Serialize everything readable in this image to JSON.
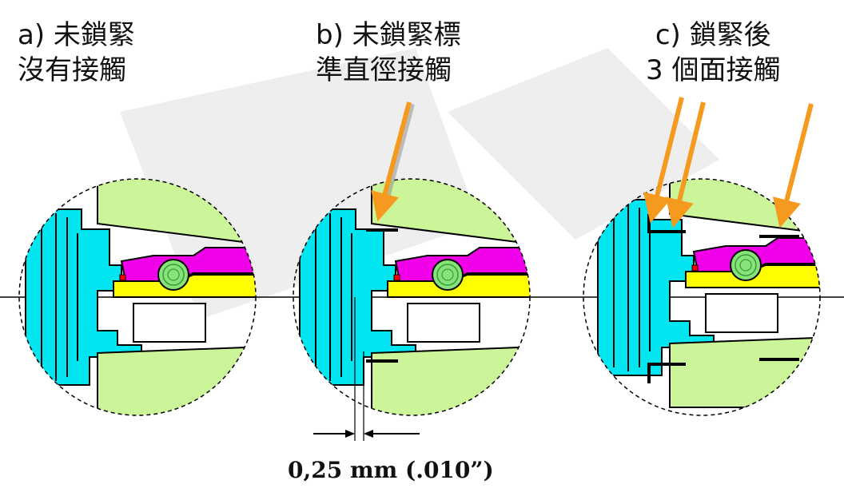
{
  "captions": {
    "a": {
      "line1": "a) 未鎖緊",
      "line2": "沒有接觸"
    },
    "b": {
      "line1": "b) 未鎖緊標",
      "line2": "準直徑接觸"
    },
    "c": {
      "line1": "c) 鎖緊後",
      "line2": "3 個面接觸"
    }
  },
  "dimension_label": "0,25 mm (.010”)",
  "colors": {
    "spindle": "#00e5f0",
    "holder": "#ccf59a",
    "clamp": "#f000e8",
    "sleeve": "#ffff00",
    "ball": "#88e27a",
    "arrow": "#f59a1e",
    "marker": "#ff0000"
  }
}
